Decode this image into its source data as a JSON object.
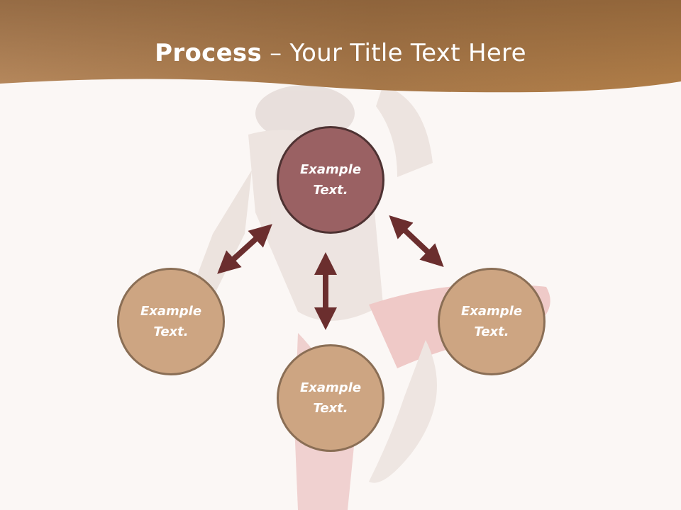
{
  "slide": {
    "title_bold": "Process",
    "title_sep": " – ",
    "title_rest": "Your Title Text Here"
  },
  "nodes": {
    "top": "Example Text.",
    "left": "Example Text.",
    "bottom": "Example Text.",
    "right": "Example Text."
  },
  "colors": {
    "header": "#a97847",
    "center_node": "#9a6163",
    "side_node": "#cda582",
    "arrow": "#6b2e2e"
  }
}
